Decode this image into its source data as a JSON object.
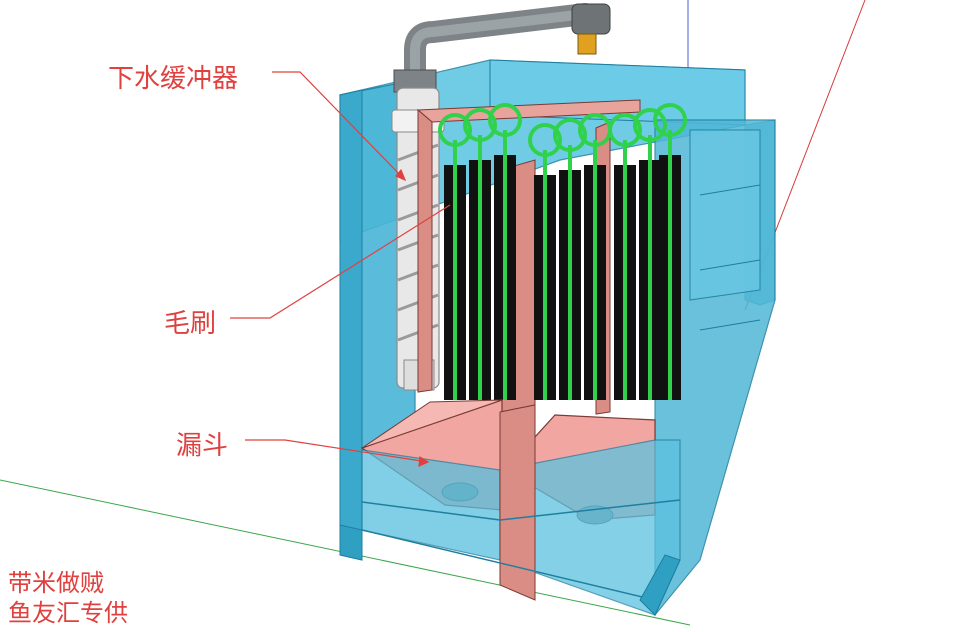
{
  "labels": {
    "buffer": "下水缓冲器",
    "brush": "毛刷",
    "funnel": "漏斗"
  },
  "credit": {
    "line1": "带米做贼",
    "line2": "鱼友汇专供"
  },
  "colors": {
    "tank_glass": "#3fb3d6",
    "tank_edge": "#1f7fa0",
    "panel": "#e59a93",
    "funnel": "#f2a6a1",
    "brush_bristle": "#111111",
    "brush_handle": "#2fd24a",
    "pipe": "#8e9396",
    "buffer": "#e6e6e6",
    "label": "#e0413f",
    "axis_red": "#d33c3c",
    "axis_green": "#3aa64a",
    "axis_blue": "#4a5fd6"
  },
  "brushes": {
    "count": 9
  }
}
